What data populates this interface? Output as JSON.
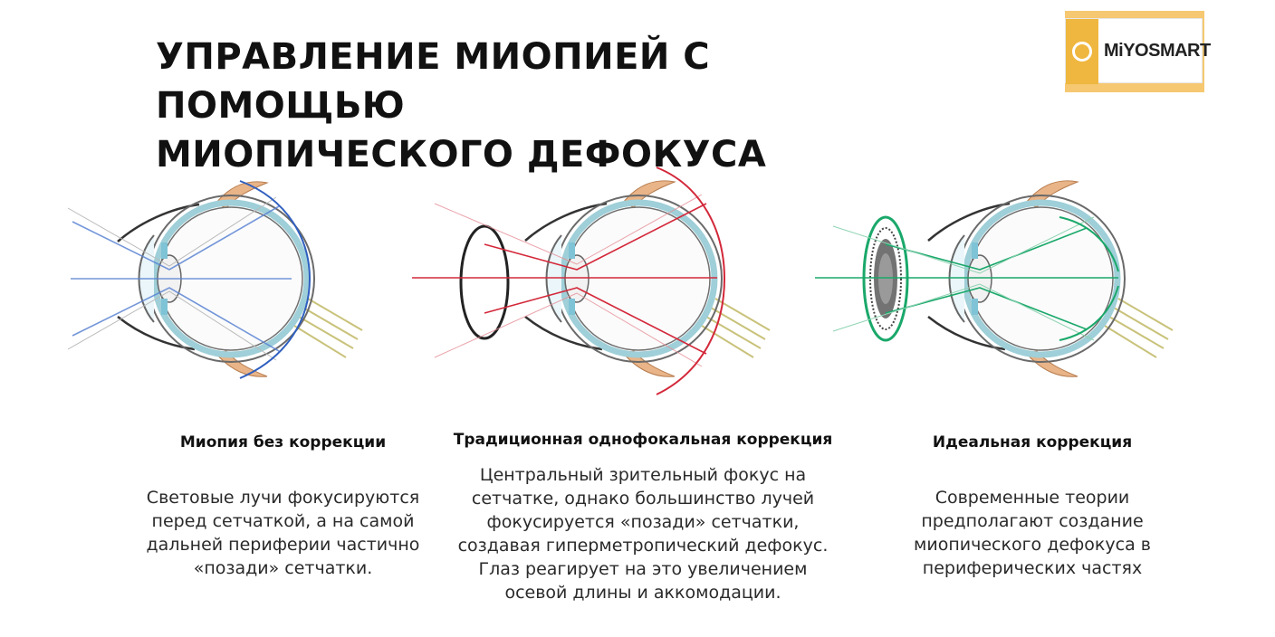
{
  "header": {
    "title_line1": "УПРАВЛЕНИЕ МИОПИЕЙ С ПОМОЩЬЮ",
    "title_line2": "МИОПИЧЕСКОГО ДЕФОКУСА"
  },
  "logo": {
    "text": "MiYOSMART",
    "color": "#efb73f"
  },
  "panels": [
    {
      "heading": "Миопия без коррекции",
      "text_lines": [
        "Световые лучи фокусируются",
        "перед сетчаткой, а на самой",
        "дальней периферии частично",
        "«позади» сетчатки."
      ],
      "ray_color": "#2f5fbf",
      "lens": "none"
    },
    {
      "heading": "Традиционная однофокальная коррекция",
      "text_lines": [
        "Центральный зрительный фокус на",
        "сетчатке, однако большинство лучей",
        "фокусируется «позади» сетчатки,",
        "создавая гиперметропический дефокус.",
        "Глаз реагирует на это увеличением",
        "осевой длины и аккомодации."
      ],
      "ray_color": "#d3283a",
      "lens": "single-vision-lens"
    },
    {
      "heading": "Идеальная коррекция",
      "text_lines": [
        "Современные теории",
        "предполагают создание",
        "миопического дефокуса в",
        "периферических частях"
      ],
      "ray_color": "#1aa86a",
      "lens": "defocus-segment-lens"
    }
  ]
}
